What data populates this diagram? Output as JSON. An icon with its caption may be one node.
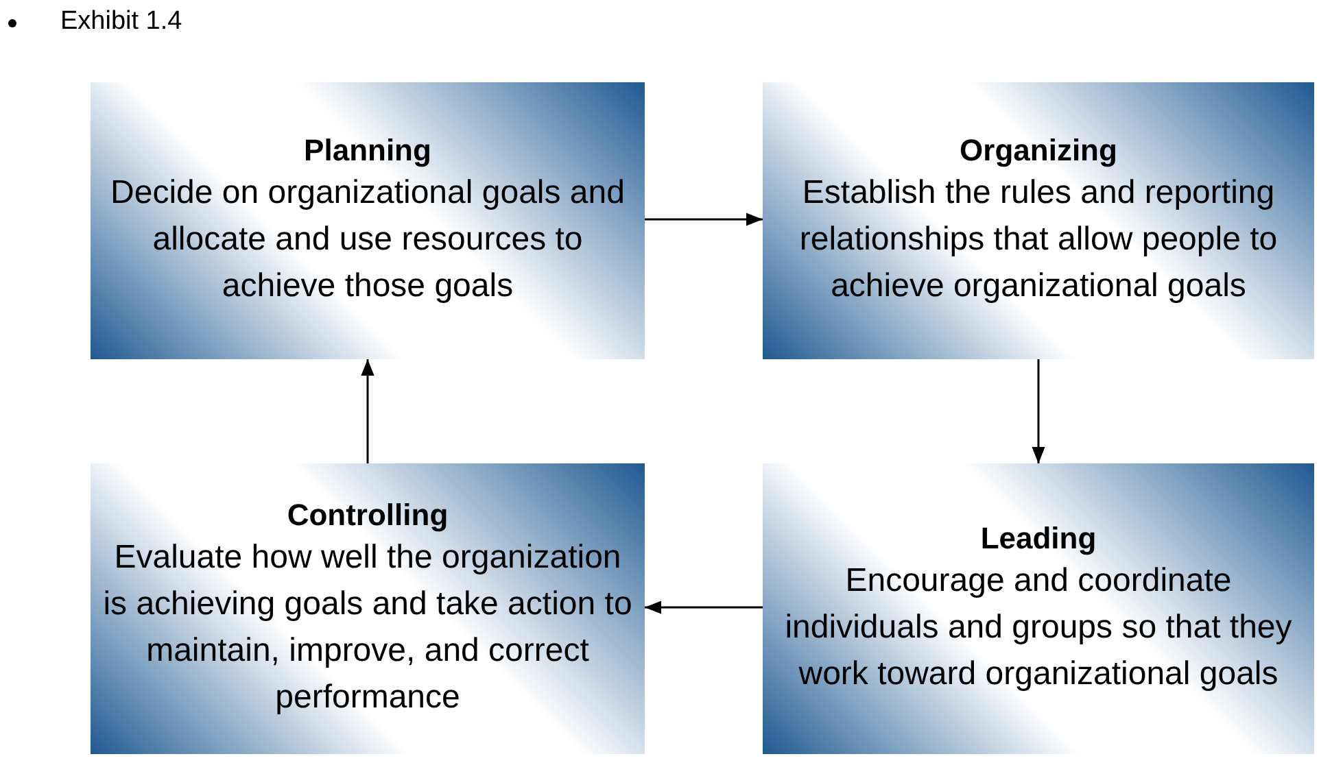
{
  "diagram": {
    "nodes": [
      {
        "text": [
          "Planning",
          "Decide on organizational goals and allocate and use resources to achieve those goals"
        ]
      },
      {
        "text": [
          "Organizing",
          "Establish the rules and reporting relationships that allow people to achieve organizational goals"
        ]
      },
      {
        "text": [
          "Controlling",
          "Evaluate how well the organization is achieving goals and take action to maintain, improve, and correct performance"
        ]
      },
      {
        "text": [
          "Leading",
          "Encourage and coordinate individuals and groups so that they work toward organizational goals"
        ]
      }
    ],
    "edges": [
      {
        "from": 0,
        "to": 1,
        "arrow": "to"
      },
      {
        "from": 1,
        "to": 3,
        "arrow": "to"
      },
      {
        "from": 3,
        "to": 2,
        "arrow": "to"
      },
      {
        "from": 2,
        "to": 0,
        "arrow": "to"
      }
    ],
    "labels": [
      "Exhibit 1.4"
    ]
  }
}
